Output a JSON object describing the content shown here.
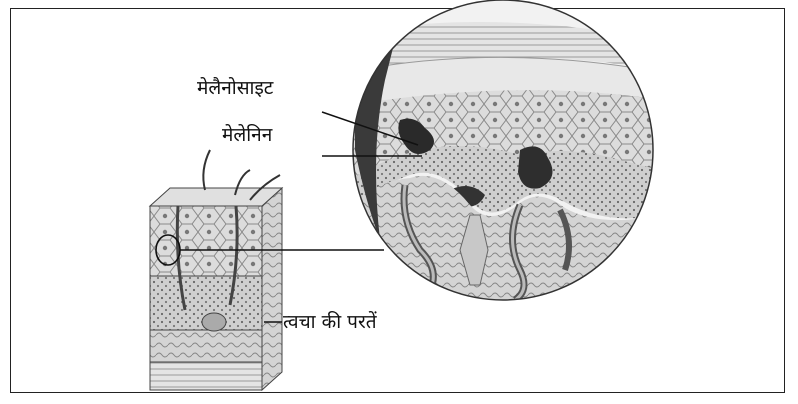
{
  "labels": {
    "melanocyte": "मेलैनोसाइट",
    "melanin": "मेलेनिन",
    "skin_layers": "त्वचा की परतें"
  },
  "colors": {
    "ink": "#111111",
    "skin_light": "#e2e2e2",
    "skin_mid": "#b9b9b9",
    "skin_dark": "#555555"
  }
}
